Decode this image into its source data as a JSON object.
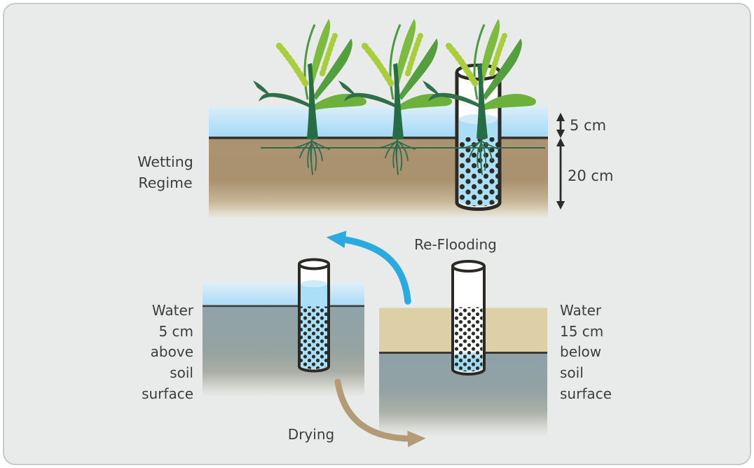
{
  "diagram": {
    "title_domain": "Alternate Wetting and Drying irrigation diagram",
    "field": {
      "label": "Wetting\nRegime",
      "water_depth_label": "5 cm",
      "soil_depth_label": "20 cm"
    },
    "cycle": {
      "reflooding_label": "Re-Flooding",
      "drying_label": "Drying"
    },
    "flooded_state": {
      "label": "Water\n5 cm\nabove\nsoil\nsurface"
    },
    "dried_state": {
      "label": "Water\n15 cm\nbelow\nsoil\nsurface"
    }
  },
  "colors": {
    "background": "#e9ebeb",
    "card_border": "#c8caca",
    "water_blue": "#a6daf5",
    "tube_water": "#abdef7",
    "soil_brown": "#ab9271",
    "dry_soil_tan": "#ddcfa6",
    "wet_soil_grey": "#93a5aa",
    "reflooding_arrow": "#29abe2",
    "drying_arrow": "#b49b78",
    "plant_green_dark": "#2f7048",
    "plant_green_light": "#a8cf3b",
    "outline_dark": "#2b2a24",
    "dimension_line": "#2b2b2b",
    "text": "#3d3d3d"
  }
}
